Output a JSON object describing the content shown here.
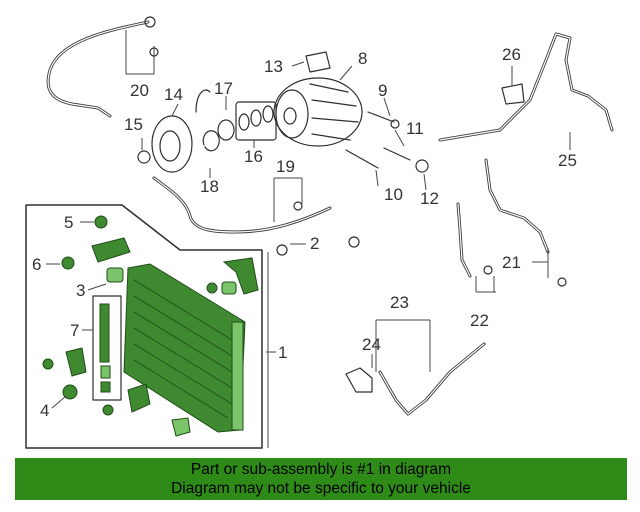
{
  "callouts": {
    "c1": "1",
    "c2": "2",
    "c3": "3",
    "c4": "4",
    "c5": "5",
    "c6": "6",
    "c7": "7",
    "c8": "8",
    "c9": "9",
    "c10": "10",
    "c11": "11",
    "c12": "12",
    "c13": "13",
    "c14": "14",
    "c15": "15",
    "c16": "16",
    "c17": "17",
    "c18": "18",
    "c19": "19",
    "c20": "20",
    "c21": "21",
    "c22": "22",
    "c23": "23",
    "c24": "24",
    "c25": "25",
    "c26": "26"
  },
  "banner": {
    "line1": "Part or sub-assembly is #1 in diagram",
    "line2": "Diagram may not be specific to your vehicle"
  },
  "colors": {
    "highlight": "#3f8a30",
    "banner_bg": "#2e8b18"
  }
}
